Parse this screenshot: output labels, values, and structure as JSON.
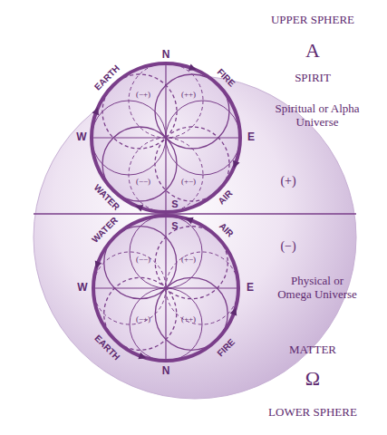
{
  "diagram": {
    "labels": [
      "UPPER SPHERE",
      "N",
      "A",
      "SPIRIT",
      "EARTH",
      "FIRE",
      "(−+)",
      "(++)",
      "Spiritual or Alpha Universe",
      "W",
      "E",
      "(−−)",
      "(+)",
      "WATER",
      "AIR",
      "(+−)",
      "S",
      "S",
      "WATER",
      "AIR",
      "(−)",
      "(−−)",
      "(+−)",
      "W",
      "E",
      "Physical or Omega Universe",
      "(−+)",
      "(++)",
      "EARTH",
      "FIRE",
      "MATTER",
      "N",
      "Ω",
      "LOWER SPHERE"
    ]
  }
}
